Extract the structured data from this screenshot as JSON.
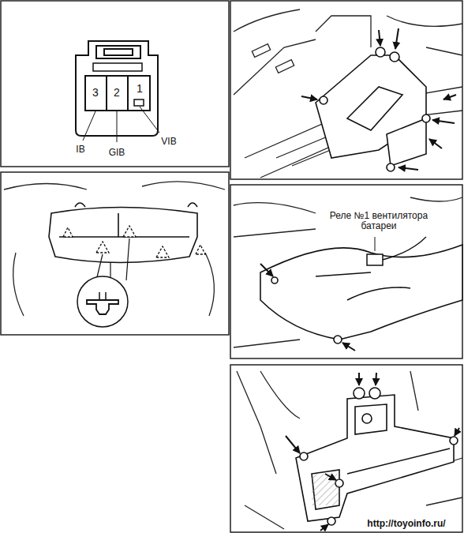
{
  "diagram": {
    "labels": [
      "3",
      "2",
      "1",
      "IB",
      "GIB",
      "VIB",
      "Реле №1 вентилятора батареи",
      "http://toyoinfo.ru/"
    ]
  }
}
